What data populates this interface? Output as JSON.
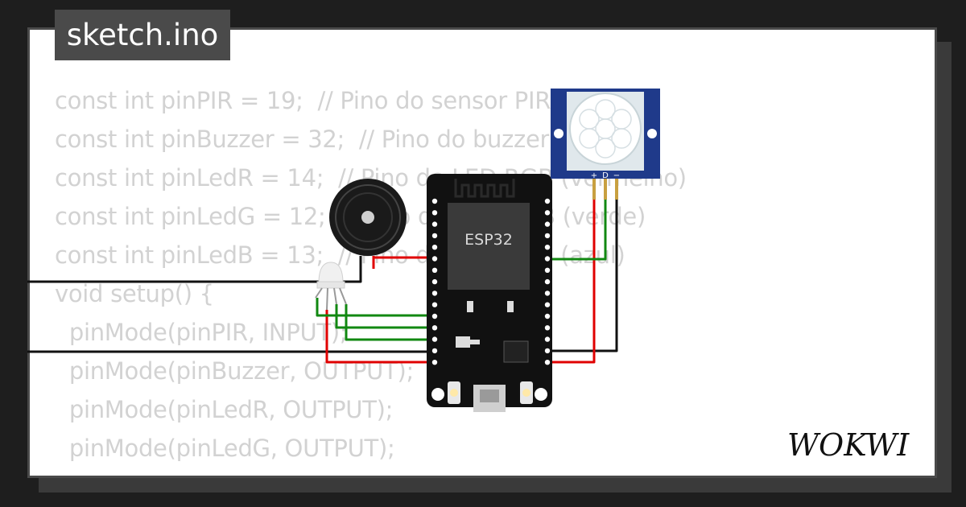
{
  "tab": {
    "filename": "sketch.ino"
  },
  "code_lines": [
    "const int pinPIR = 19;  // Pino do sensor PIR",
    "const int pinBuzzer = 32;  // Pino do buzzer",
    "const int pinLedR = 14;  // Pino do LED RGB (vermelho)",
    "const int pinLedG = 12;  // Pino do LED RGB (verde)",
    "const int pinLedB = 13;  // Pino do LED RGB (azul)",
    "",
    "void setup() {",
    "  pinMode(pinPIR, INPUT);",
    "  pinMode(pinBuzzer, OUTPUT);",
    "  pinMode(pinLedR, OUTPUT);",
    "  pinMode(pinLedG, OUTPUT);"
  ],
  "esp32": {
    "label": "ESP32"
  },
  "pir": {
    "pin_labels": [
      "+",
      "D",
      "−"
    ]
  },
  "brand": {
    "logo_text": "WOKWI"
  },
  "colors": {
    "wire_red": "#e00000",
    "wire_green": "#118811",
    "wire_black": "#111111",
    "pir_board": "#1f3a8a",
    "esp32_board": "#111111",
    "chip": "#3a3a3a",
    "code_text": "#d2d2d2"
  }
}
